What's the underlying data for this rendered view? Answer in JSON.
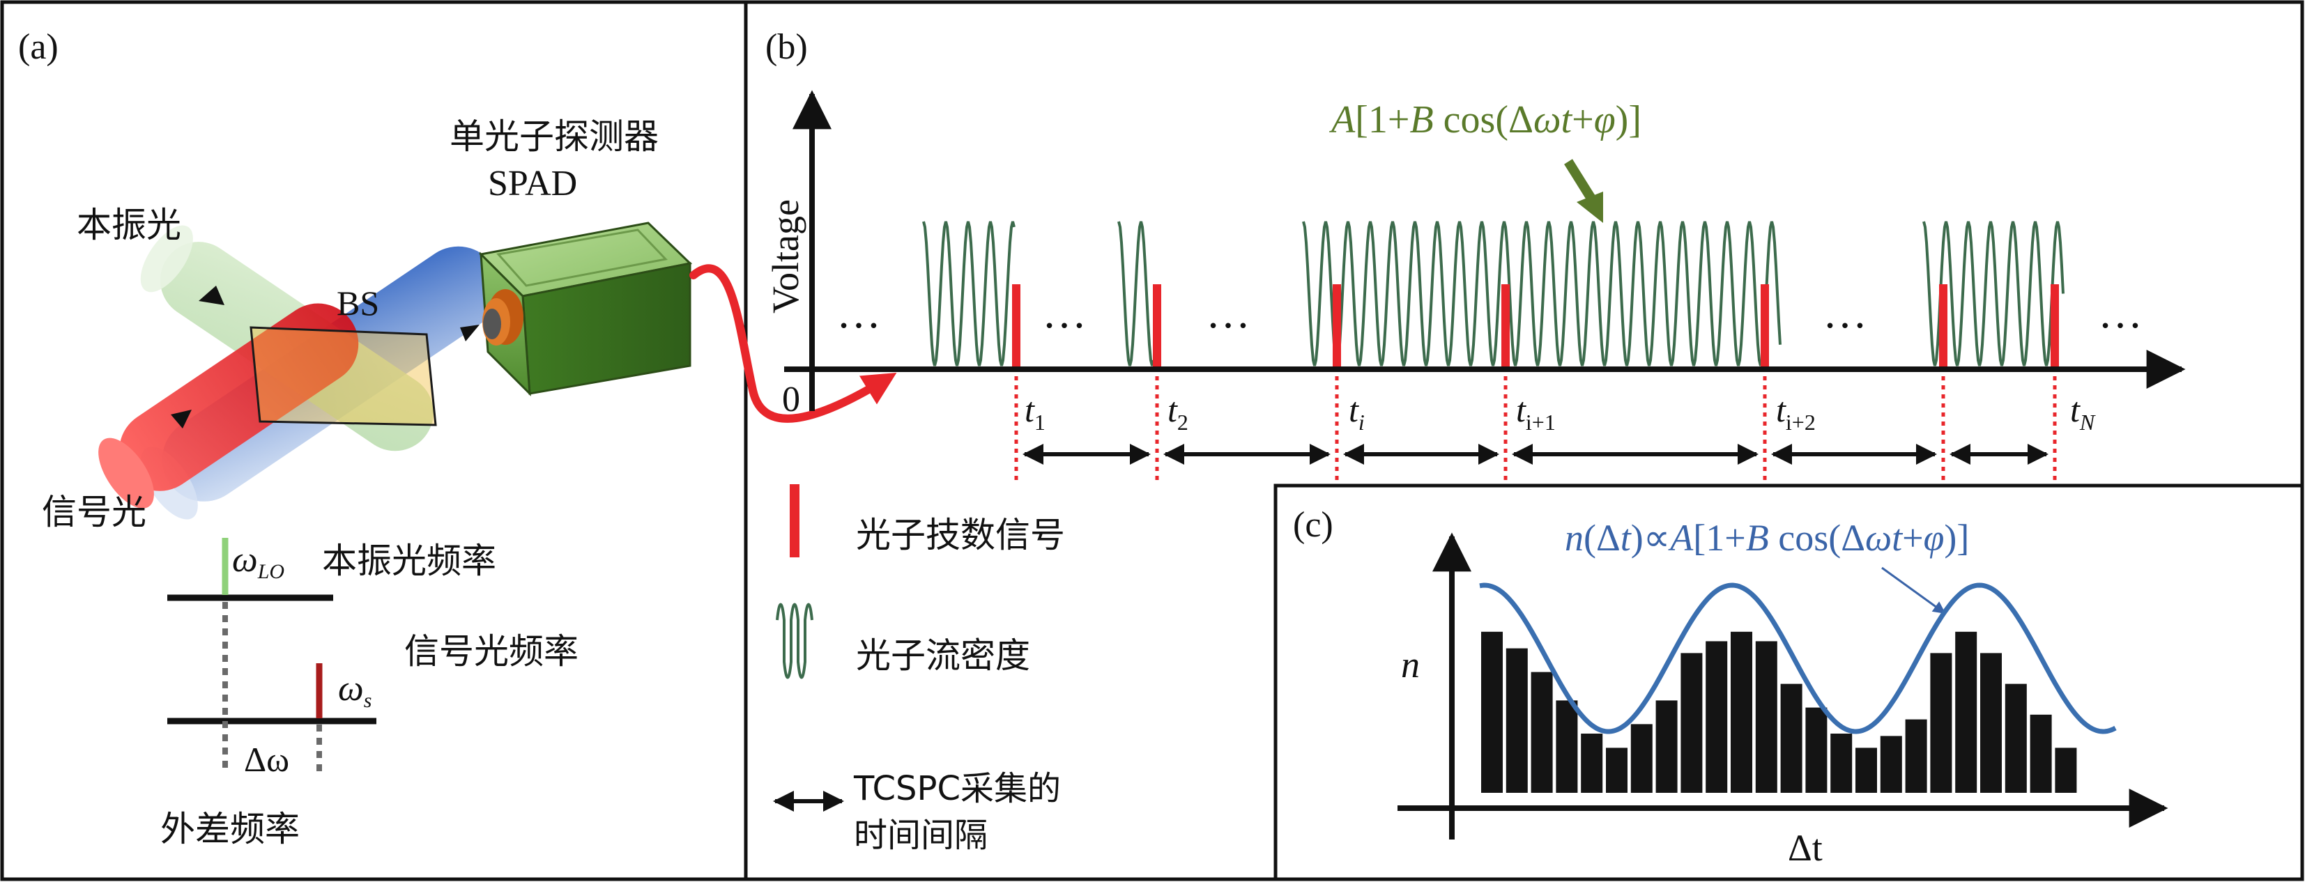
{
  "panels": {
    "a": {
      "label": "(a)",
      "detector_cn": "单光子探测器",
      "detector_en": "SPAD",
      "local_oscillator": "本振光",
      "bs": "BS",
      "signal_light": "信号光",
      "lo_freq_symbol": "ωLO",
      "lo_freq_label": "本振光频率",
      "sig_freq_symbol": "ωs",
      "sig_freq_label": "信号光频率",
      "delta_omega": "Δω",
      "beat_freq_label": "外差频率"
    },
    "b": {
      "label": "(b)",
      "ylabel": "Voltage",
      "origin": "0",
      "formula": "A[1+B cos(Δωt+φ)]",
      "ellipsis": "…",
      "time_labels": [
        {
          "base": "t",
          "sub": "1"
        },
        {
          "base": "t",
          "sub": "2"
        },
        {
          "base": "t",
          "sub": "i"
        },
        {
          "base": "t",
          "sub": "i+1"
        },
        {
          "base": "t",
          "sub": "i+2"
        },
        {
          "base": "t",
          "sub": "N"
        }
      ],
      "legend": {
        "photon_count": "光子技数信号",
        "photon_density": "光子流密度",
        "interval_line1": "TCSPC采集的",
        "interval_line2": "时间间隔"
      }
    },
    "c": {
      "label": "(c)",
      "formula": "n(Δt)∝A[1+B cos(Δωt+φ)]",
      "ylabel": "n",
      "xlabel": "Δt"
    }
  },
  "colors": {
    "wave": "#3c6b4c",
    "photon": "#e8262b",
    "formula_green": "#5a7a2a",
    "formula_blue": "#3a64a8",
    "curve_blue": "#3a6fb0",
    "bars": "#141414"
  },
  "chart_data": {
    "type": "bar",
    "title": "",
    "xlabel": "Δt",
    "ylabel": "n",
    "values": [
      0.68,
      0.61,
      0.51,
      0.39,
      0.25,
      0.19,
      0.29,
      0.39,
      0.59,
      0.64,
      0.68,
      0.64,
      0.46,
      0.36,
      0.25,
      0.19,
      0.24,
      0.31,
      0.59,
      0.68,
      0.59,
      0.46,
      0.33,
      0.19
    ]
  }
}
